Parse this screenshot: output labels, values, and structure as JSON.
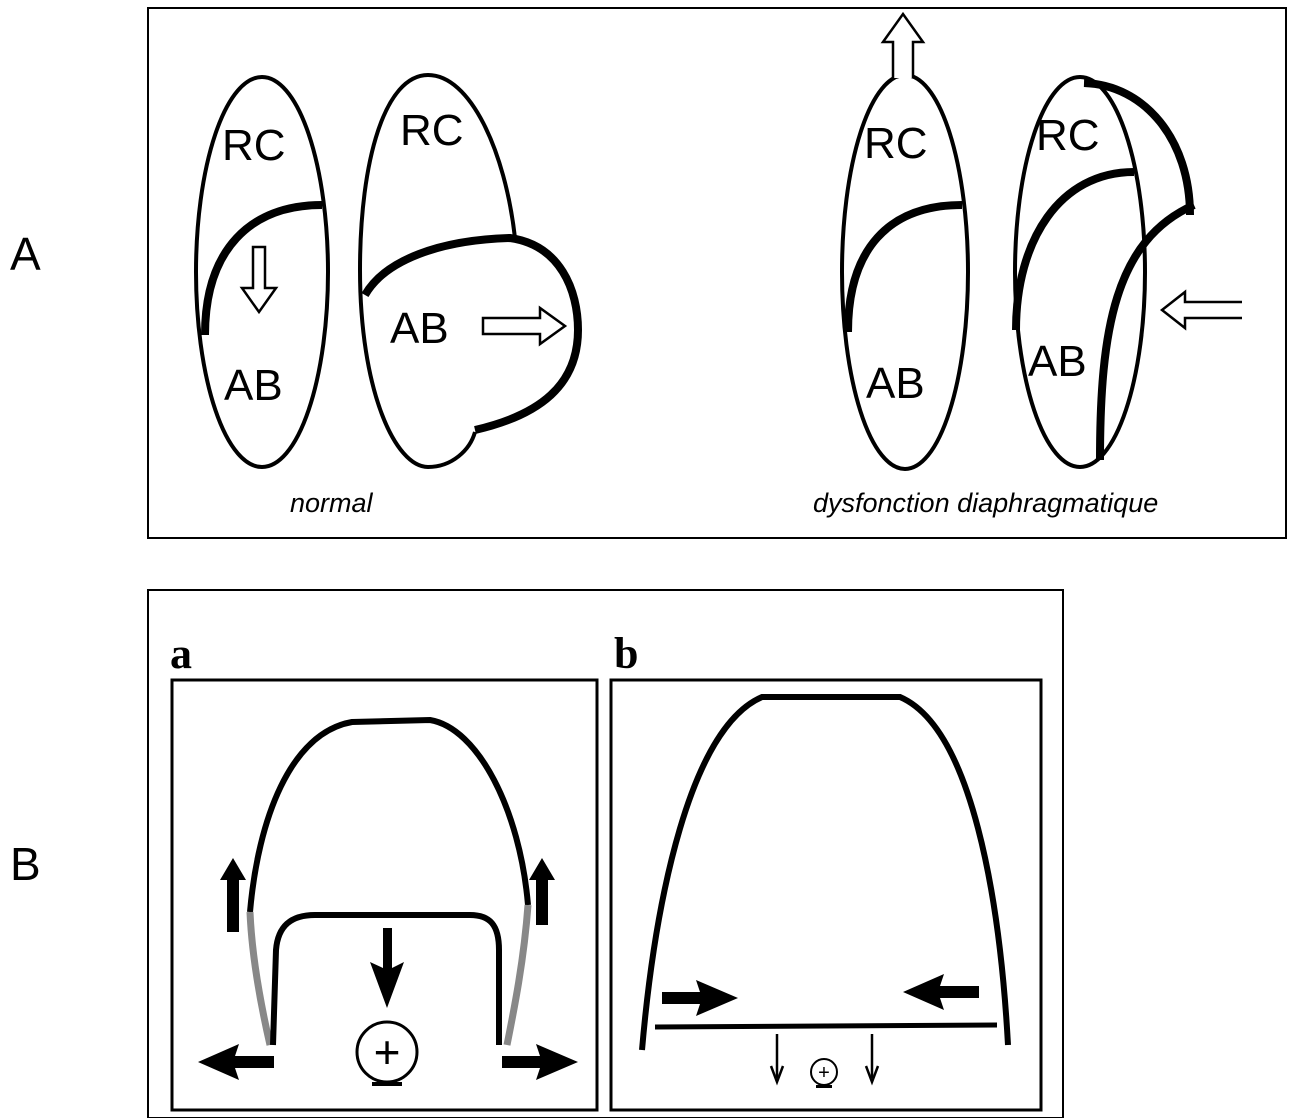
{
  "panel_a": {
    "row_label": "A",
    "normal_caption": "normal",
    "dysfunction_caption": "dysfonction diaphragmatique",
    "rib_cage_label": "RC",
    "abdomen_label": "AB"
  },
  "panel_b": {
    "row_label": "B",
    "sub_a_label": "a",
    "sub_b_label": "b",
    "pressure_symbol": "+"
  }
}
